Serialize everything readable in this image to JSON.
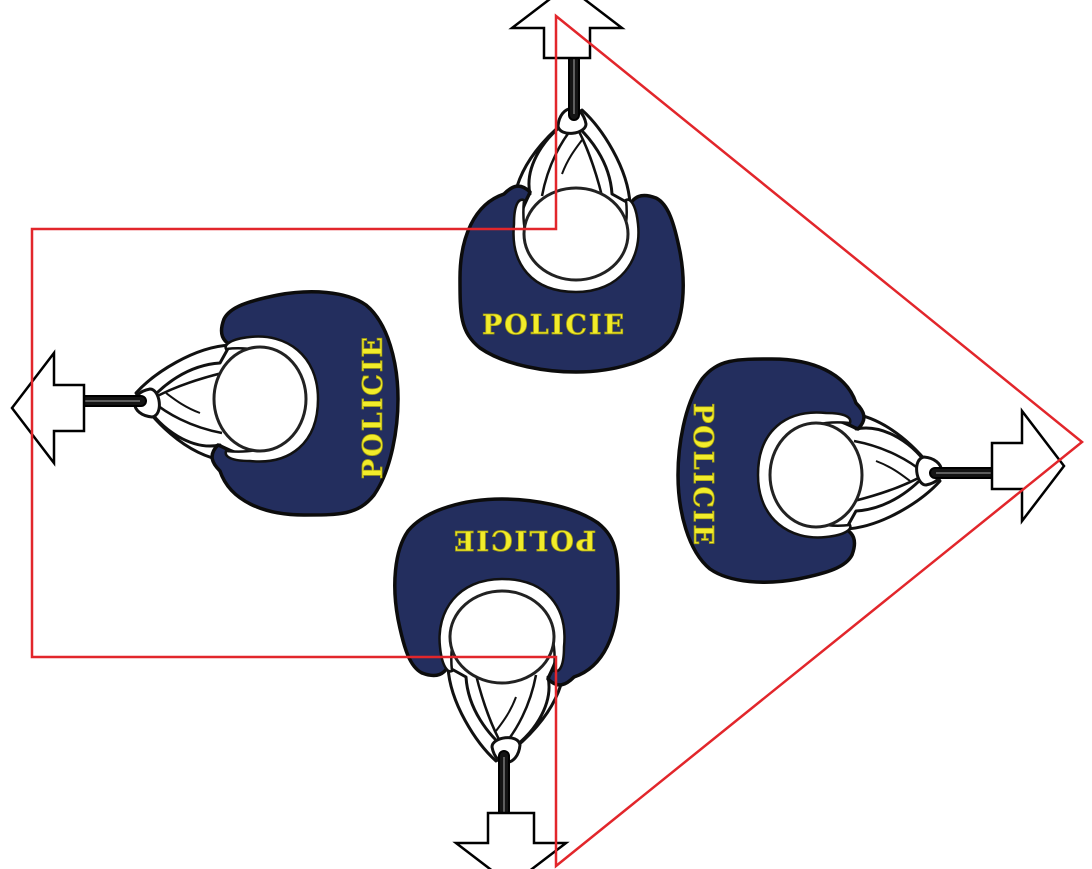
{
  "officers": [
    {
      "label": "POLICIE",
      "facing": "up"
    },
    {
      "label": "POLICIE",
      "facing": "left"
    },
    {
      "label": "POLICIE",
      "facing": "right"
    },
    {
      "label": "POLICIE",
      "facing": "down"
    }
  ],
  "colors": {
    "vest": "#232e5e",
    "vest_outline": "#0c0c0c",
    "label_fill": "#f2ec2a",
    "label_stroke": "#a9a312",
    "skin": "#ffffff",
    "baton": "#141414",
    "outline_red": "#e2262b"
  },
  "icons": [
    "arrow-up-icon",
    "arrow-left-icon",
    "arrow-right-icon",
    "arrow-down-icon",
    "baton-icon"
  ]
}
